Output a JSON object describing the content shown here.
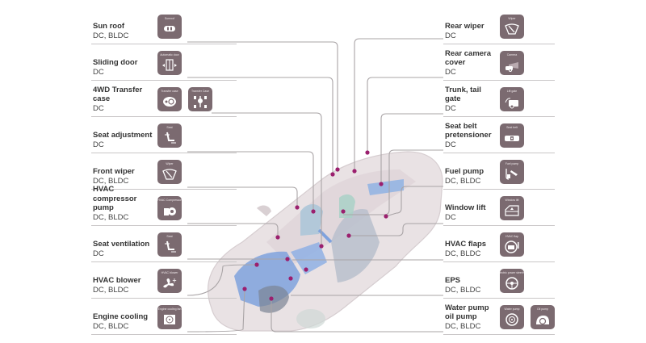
{
  "title": "Automotive motor applications",
  "left_items": [
    {
      "name": "Sun roof",
      "type": "DC, BLDC",
      "icons": [
        {
          "icon": "sunroof-icon",
          "caption": "Sunroof"
        }
      ]
    },
    {
      "name": "Sliding door",
      "type": "DC",
      "icons": [
        {
          "icon": "sliding-door-icon",
          "caption": "Automatic door"
        }
      ]
    },
    {
      "name": "4WD Transfer case",
      "type": "DC",
      "icons": [
        {
          "icon": "transfer-case-icon",
          "caption": "Transfer case"
        },
        {
          "icon": "axle-icon",
          "caption": "Transfer Case"
        }
      ]
    },
    {
      "name": "Seat adjustment",
      "type": "DC",
      "icons": [
        {
          "icon": "seat-icon",
          "caption": "Seat"
        }
      ]
    },
    {
      "name": "Front wiper",
      "type": "DC, BLDC",
      "icons": [
        {
          "icon": "wiper-icon",
          "caption": "Wiper"
        }
      ]
    },
    {
      "name": "HVAC compressor pump",
      "type": "DC, BLDC",
      "icons": [
        {
          "icon": "compressor-icon",
          "caption": "HVAC Compressor"
        }
      ]
    },
    {
      "name": "Seat ventilation",
      "type": "DC",
      "icons": [
        {
          "icon": "seat-icon",
          "caption": "Seat"
        }
      ]
    },
    {
      "name": "HVAC blower",
      "type": "DC, BLDC",
      "icons": [
        {
          "icon": "fan-icon",
          "caption": "HVAC blower"
        }
      ]
    },
    {
      "name": "Engine cooling",
      "type": "DC, BLDC",
      "icons": [
        {
          "icon": "radiator-fan-icon",
          "caption": "Engine cooling fan"
        }
      ]
    }
  ],
  "right_items": [
    {
      "name": "Rear wiper",
      "type": "DC",
      "icons": [
        {
          "icon": "wiper-icon",
          "caption": "Wiper"
        }
      ]
    },
    {
      "name": "Rear camera cover",
      "type": "DC",
      "icons": [
        {
          "icon": "camera-icon",
          "caption": "Camera"
        }
      ]
    },
    {
      "name": "Trunk, tail gate",
      "type": "DC",
      "icons": [
        {
          "icon": "tailgate-icon",
          "caption": "Lift gate"
        }
      ]
    },
    {
      "name": "Seat belt pretensioner",
      "type": "DC",
      "icons": [
        {
          "icon": "seat-belt-icon",
          "caption": "Seat belt"
        }
      ]
    },
    {
      "name": "Fuel pump",
      "type": "DC, BLDC",
      "icons": [
        {
          "icon": "fuel-pump-icon",
          "caption": "Fuel pump"
        }
      ]
    },
    {
      "name": "Window lift",
      "type": "DC",
      "icons": [
        {
          "icon": "window-lift-icon",
          "caption": "Window lift"
        }
      ]
    },
    {
      "name": "HVAC flaps",
      "type": "DC, BLDC",
      "icons": [
        {
          "icon": "hvac-flap-icon",
          "caption": "HVAC flap"
        }
      ]
    },
    {
      "name": "EPS",
      "type": "DC, BLDC",
      "icons": [
        {
          "icon": "steering-wheel-icon",
          "caption": "Electric power steering"
        }
      ]
    },
    {
      "name": "Water pump oil pump",
      "type": "DC, BLDC",
      "icons": [
        {
          "icon": "water-pump-icon",
          "caption": "Water pump"
        },
        {
          "icon": "oil-pump-icon",
          "caption": "Oil pump"
        }
      ]
    }
  ],
  "colors": {
    "tile": "#7b6a70",
    "marker": "#9b1f6e",
    "leader_line": "#a9a4a6",
    "separator": "#c9c6c7",
    "car_body": "#e6dfe1",
    "component_blue": "#7fa2dd",
    "component_teal": "#a8d8cc"
  }
}
